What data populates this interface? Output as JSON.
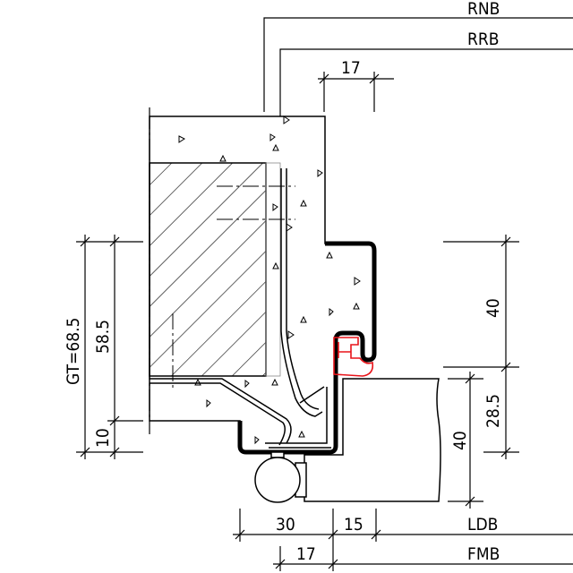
{
  "labels": {
    "rnb": "RNB",
    "rrb": "RRB",
    "top_dim": "17",
    "right_upper": "40",
    "right_mid": "28.5",
    "right_lower": "40",
    "gt": "GT=68.5",
    "left_upper": "58.5",
    "left_lower": "10",
    "bottom_a": "30",
    "bottom_b": "15",
    "ldb": "LDB",
    "bottom_c": "17",
    "fmb": "FMB"
  },
  "colors": {
    "seal": "#e8141a",
    "line": "#000000"
  }
}
